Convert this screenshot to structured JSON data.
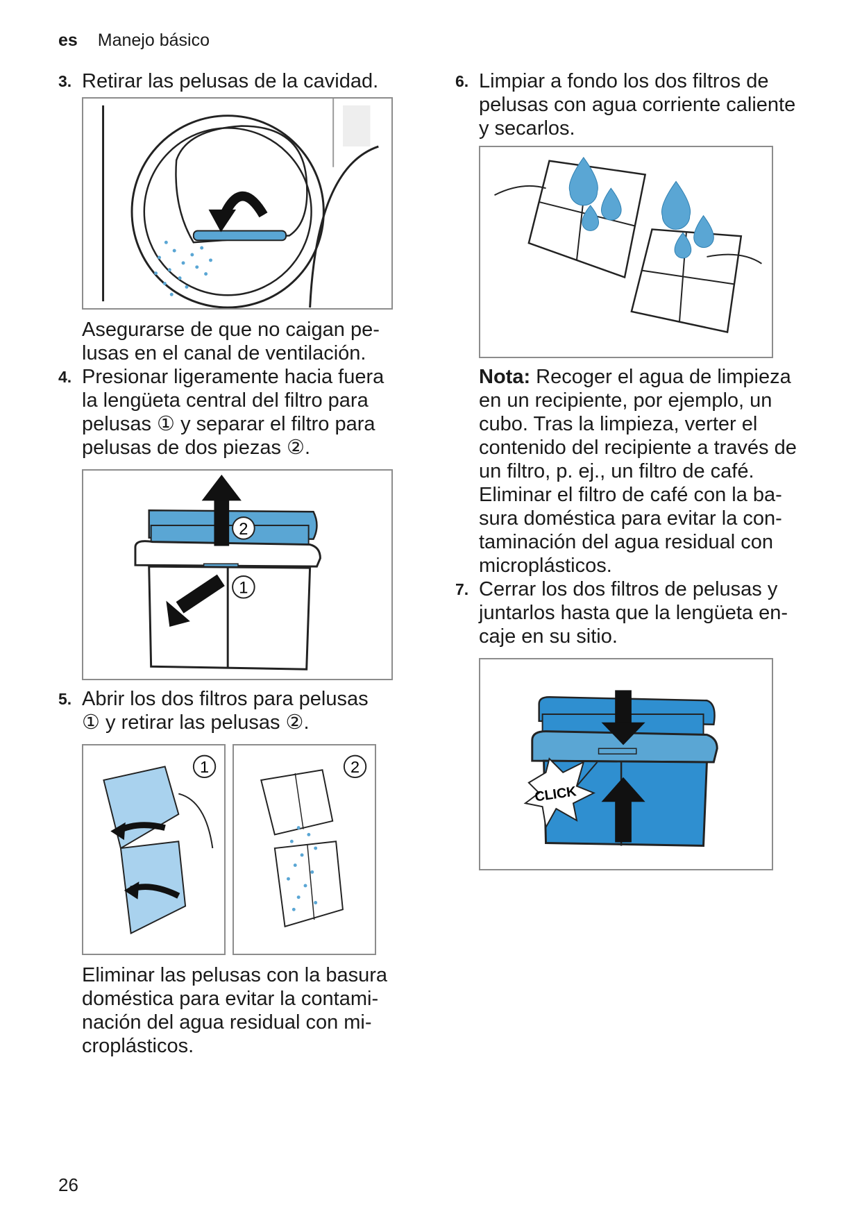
{
  "header": {
    "lang": "es",
    "section": "Manejo básico"
  },
  "page_number": "26",
  "steps": {
    "s3": {
      "num": "3.",
      "text": "Retirar las pelusas de la cavidad.",
      "after": "Asegurarse de que no caigan pe­lusas en el canal de ventilación."
    },
    "s4": {
      "num": "4.",
      "text": "Presionar ligeramente hacia fuera la lengüeta central del filtro para pelusas ① y separar el filtro para pelusas de dos piezas ②."
    },
    "s5": {
      "num": "5.",
      "text": "Abrir los dos filtros para pelusas ① y retirar las pelusas ②.",
      "after": "Eliminar las pelusas con la basura doméstica para evitar la contami­nación del agua residual con mi­croplásticos."
    },
    "s6": {
      "num": "6.",
      "text": "Limpiar a fondo los dos filtros de pelusas con agua corriente calien­te y secarlos."
    },
    "note": {
      "label": "Nota:",
      "text": " Recoger el agua de limpieza en un recipiente, por ejemplo, un cubo. Tras la limpieza, verter el contenido del recipiente a través de un filtro, p. ej., un filtro de café. Eliminar el filtro de café con la ba­sura doméstica para evitar la con­taminación del agua residual con microplásticos."
    },
    "s7": {
      "num": "7.",
      "text": "Cerrar los dos filtros de pelusas y juntarlos hasta que la lengüeta en­caje en su sitio."
    }
  },
  "figures": {
    "fig4_callout1": "1",
    "fig4_callout2": "2",
    "fig5a_callout": "1",
    "fig5b_callout": "2",
    "fig7_label": "CLICK"
  },
  "colors": {
    "accent_blue": "#5aa6d4",
    "deep_blue": "#2f8fd0",
    "light_blue": "#a9d2ee"
  }
}
